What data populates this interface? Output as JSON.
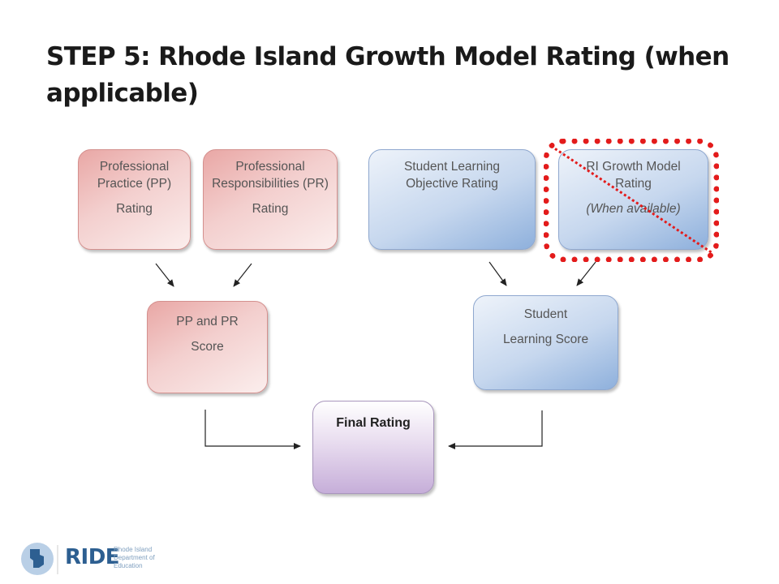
{
  "title": "STEP 5: Rhode Island Growth Model Rating (when applicable)",
  "boxes": {
    "pp": {
      "line1": "Professional Practice (PP)",
      "line2": "Rating"
    },
    "pr": {
      "line1": "Professional Responsibilities (PR)",
      "line2": "Rating"
    },
    "slo": {
      "line1": "Student Learning Objective Rating"
    },
    "growth": {
      "line1": "RI Growth Model Rating",
      "line2": "(When available)"
    },
    "pp_pr_score": {
      "line1": "PP and PR",
      "line2": "Score"
    },
    "student_learning_score": {
      "line1": "Student",
      "line2": "Learning Score"
    },
    "final": {
      "line1": "Final Rating"
    }
  },
  "logo": {
    "name": "RIDE",
    "sub": "Rhode Island Department of Education"
  },
  "colors": {
    "pink": "#f3cfce",
    "blue": "#c6d7ee",
    "purple": "#e8dcef",
    "highlight": "#e31b1b",
    "logo": "#2d5f91"
  }
}
